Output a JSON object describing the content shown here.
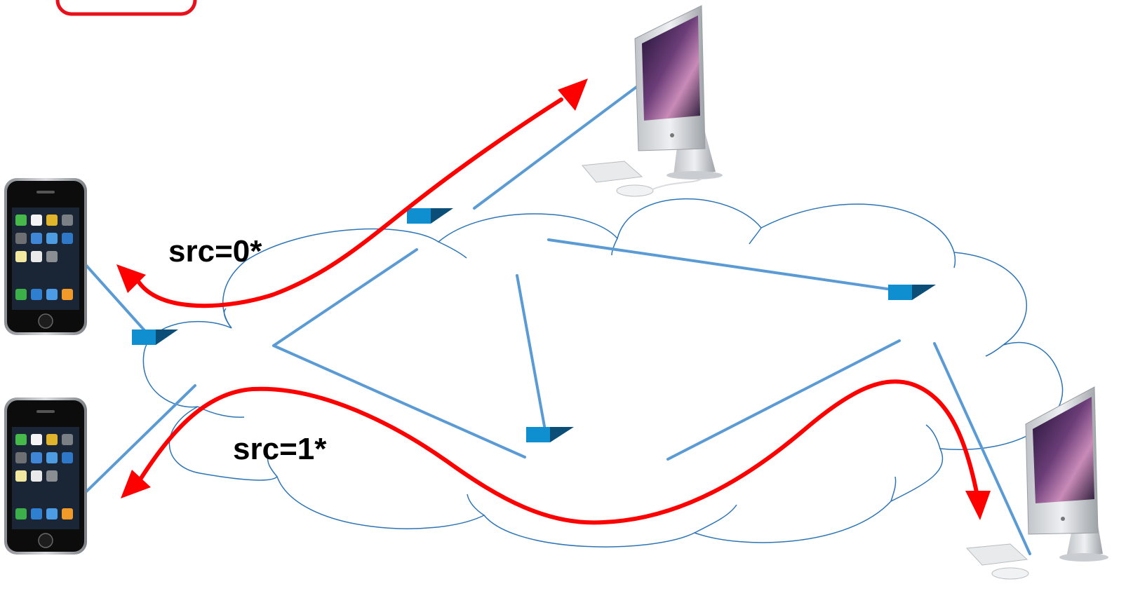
{
  "labels": {
    "upper_rule": "src=0*",
    "lower_rule": "src=1*"
  },
  "devices": [
    {
      "kind": "smartphone",
      "name": "top-left-phone"
    },
    {
      "kind": "smartphone",
      "name": "bottom-left-phone"
    },
    {
      "kind": "desktop",
      "name": "top-right-computer"
    },
    {
      "kind": "desktop",
      "name": "bottom-right-computer"
    }
  ],
  "colors": {
    "link": "#5b9bd5",
    "cloud_stroke": "#2e75b6",
    "flow_arrow": "#ff0000",
    "switch": "#0f8fd0",
    "switch_dark": "#0b4f78",
    "corner_box": "#e8101a"
  }
}
